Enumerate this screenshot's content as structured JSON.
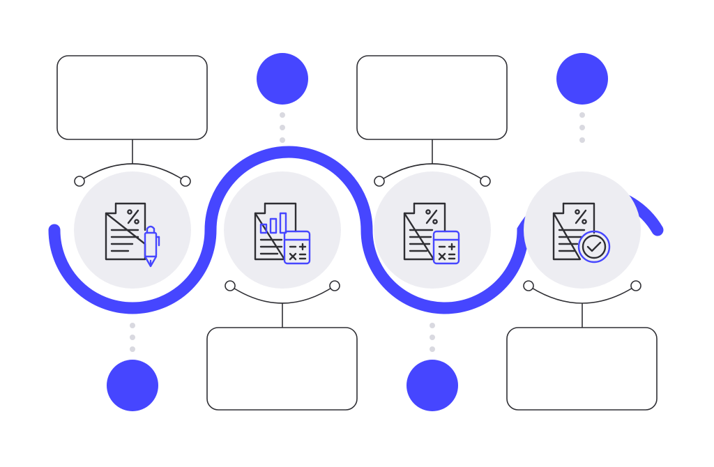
{
  "colors": {
    "accent": "#4646FF",
    "outline": "#2E2E33",
    "circle_fill": "#EDEDF2",
    "dots": "#D9D9E0",
    "background": "#FFFFFF"
  },
  "steps": [
    {
      "id": 1,
      "icon": "tax-document-pen-icon",
      "text_box": "top",
      "accent_dot": "bottom",
      "text": ""
    },
    {
      "id": 2,
      "icon": "report-calculator-icon",
      "text_box": "bottom",
      "accent_dot": "top",
      "text": ""
    },
    {
      "id": 3,
      "icon": "tax-calculator-icon",
      "text_box": "top",
      "accent_dot": "bottom",
      "text": ""
    },
    {
      "id": 4,
      "icon": "tax-document-check-icon",
      "text_box": "bottom",
      "accent_dot": "top",
      "text": ""
    }
  ]
}
